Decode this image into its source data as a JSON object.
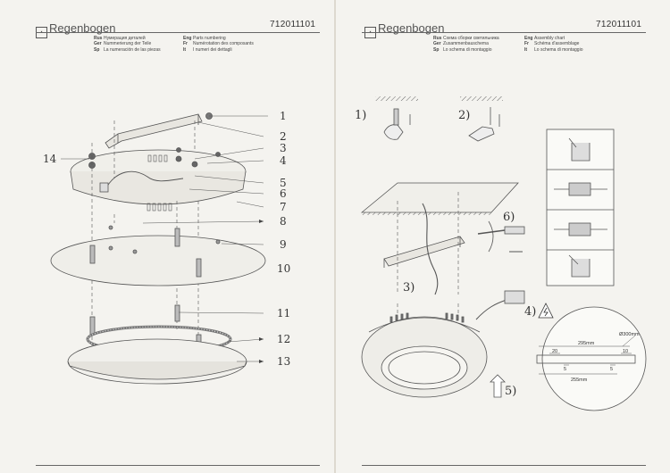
{
  "brand": "Regenbogen",
  "article_number": "712011101",
  "left_page": {
    "lang_col1": [
      {
        "code": "Rus",
        "text": "Нумерация деталей"
      },
      {
        "code": "Ger",
        "text": "Nummerierung der Teile"
      },
      {
        "code": "Sp",
        "text": "La numeración de las piezas"
      }
    ],
    "lang_col2": [
      {
        "code": "Eng",
        "text": "Parts numbering"
      },
      {
        "code": "Fr",
        "text": "Numérotation des composants"
      },
      {
        "code": "It",
        "text": "I numeri dei dettagli"
      }
    ],
    "part_numbers": [
      "1",
      "2",
      "3",
      "4",
      "5",
      "6",
      "7",
      "8",
      "9",
      "10",
      "11",
      "12",
      "13",
      "14"
    ]
  },
  "right_page": {
    "lang_col1": [
      {
        "code": "Rus",
        "text": "Схема сборки светильника"
      },
      {
        "code": "Ger",
        "text": "Zusammenbauschema"
      },
      {
        "code": "Sp",
        "text": "Lo schema di montaggio"
      }
    ],
    "lang_col2": [
      {
        "code": "Eng",
        "text": "Assembly chart"
      },
      {
        "code": "Fr",
        "text": "Schéma d'assemblage"
      },
      {
        "code": "It",
        "text": "Lo schema di montaggio"
      }
    ],
    "steps": [
      "1)",
      "2)",
      "3)",
      "4)",
      "5)",
      "6)"
    ],
    "dimensions": {
      "diameter": "Ø300mm",
      "top_width": "295mm",
      "bottom_width": "255mm",
      "left_gap": "20",
      "left_small": "5",
      "right_small": "5",
      "right_gap": "10"
    }
  }
}
